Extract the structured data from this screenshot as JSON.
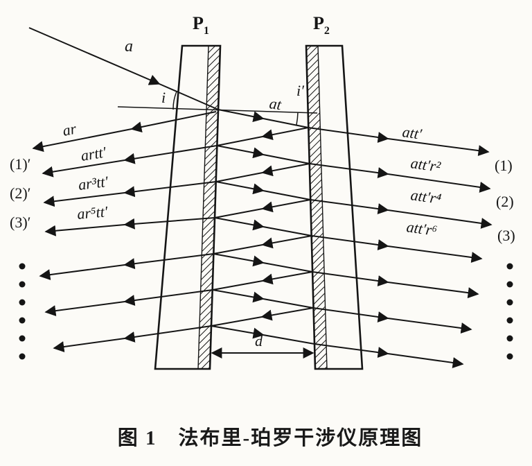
{
  "figure": {
    "p1": {
      "base": "P",
      "sub": "1"
    },
    "p2": {
      "base": "P",
      "sub": "2"
    },
    "incident_label": "a",
    "angle_i": "i",
    "angle_i_prime": "i′",
    "at_label": "at",
    "d_label": "d",
    "left_ray_labels": [
      "ar",
      "artt′",
      "ar³tt′",
      "ar⁵tt′"
    ],
    "right_ray_labels": [
      "att′",
      "att′r²",
      "att′r⁴",
      "att′r⁶"
    ],
    "left_orders": [
      "(1)′",
      "(2)′",
      "(3)′"
    ],
    "right_orders": [
      "(1)",
      "(2)",
      "(3)"
    ],
    "caption": "图 1　法布里-珀罗干涉仪原理图"
  }
}
